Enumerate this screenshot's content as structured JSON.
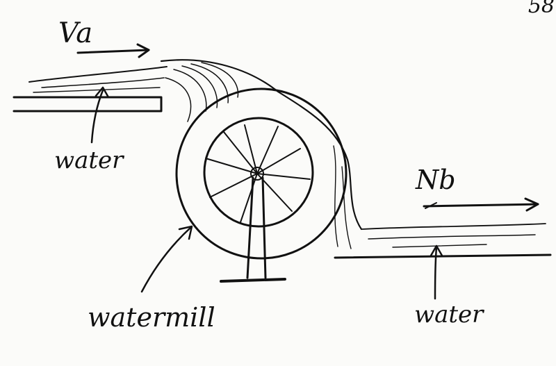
{
  "labels": {
    "velocity_in": "Va",
    "velocity_out": "Nb",
    "water_left": "water",
    "water_right": "water",
    "watermill": "watermill",
    "corner_mark": "58"
  }
}
